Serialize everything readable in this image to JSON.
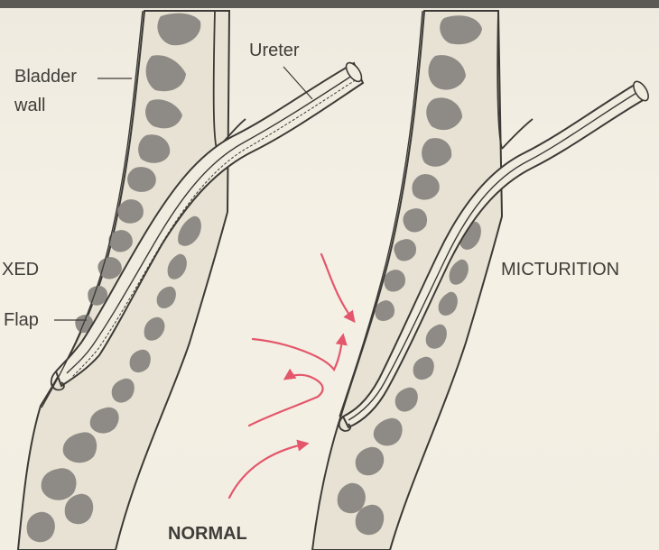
{
  "labels": {
    "ureter": "Ureter",
    "bladder_wall": [
      "Bladder",
      "wall"
    ],
    "xed": "XED",
    "flap": "Flap",
    "micturition": "MICTURITION",
    "normal": "NORMAL"
  },
  "colors": {
    "background": "#f3efe3",
    "outline": "#3c3a36",
    "muscle": "#8e8b86",
    "arrow": "#e4566b"
  }
}
